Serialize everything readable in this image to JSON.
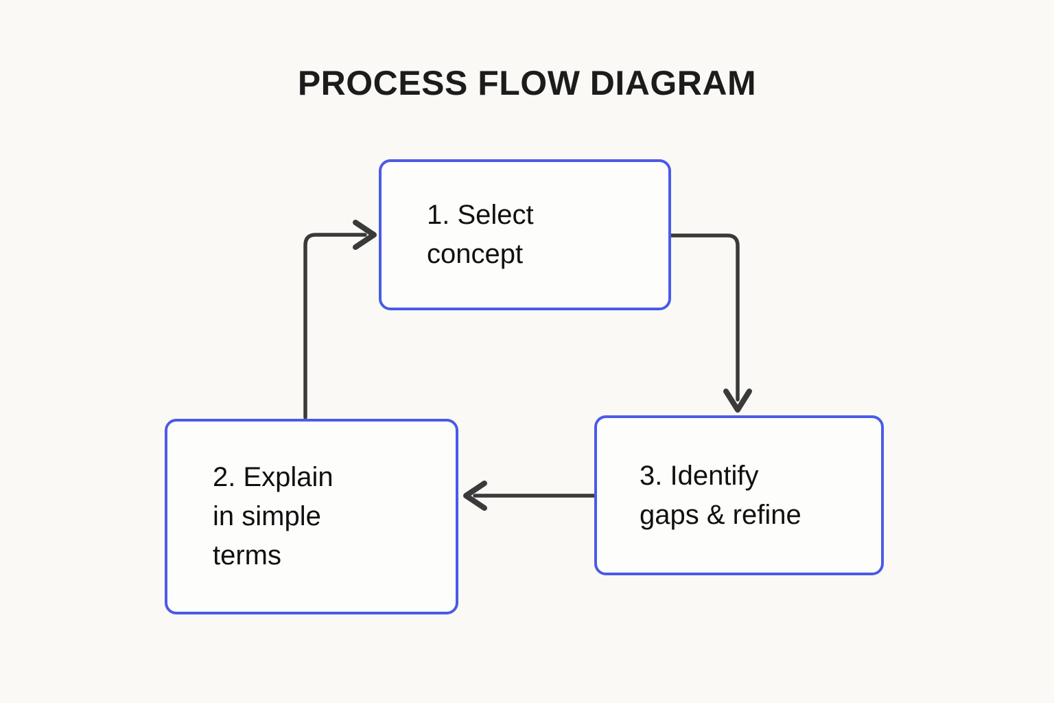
{
  "page": {
    "title": "PROCESS FLOW DIAGRAM",
    "background_color": "#faf9f5"
  },
  "theme": {
    "node_border_color": "#4a5ae8",
    "node_fill_color": "#fdfdfb",
    "connector_color": "#3a3a3a",
    "text_color": "#101010",
    "title_color": "#1c1c1c"
  },
  "diagram": {
    "type": "flowchart",
    "layout": "cycle",
    "nodes": [
      {
        "id": "node-1",
        "step": "1",
        "label": "1. Select\nconcept",
        "shape": "rounded-rectangle"
      },
      {
        "id": "node-2",
        "step": "2",
        "label": "2. Explain\nin simple\nterms",
        "shape": "rounded-rectangle"
      },
      {
        "id": "node-3",
        "step": "3",
        "label": "3. Identify\ngaps & refine",
        "shape": "rounded-rectangle"
      }
    ],
    "edges": [
      {
        "id": "edge-1-to-3",
        "from": "node-1",
        "to": "node-3",
        "label": "",
        "style": "elbow",
        "arrowhead": "chevron",
        "direction": "down"
      },
      {
        "id": "edge-3-to-2",
        "from": "node-3",
        "to": "node-2",
        "label": "",
        "style": "straight",
        "arrowhead": "chevron",
        "direction": "left"
      },
      {
        "id": "edge-2-to-1",
        "from": "node-2",
        "to": "node-1",
        "label": "",
        "style": "elbow",
        "arrowhead": "chevron",
        "direction": "right"
      }
    ]
  }
}
